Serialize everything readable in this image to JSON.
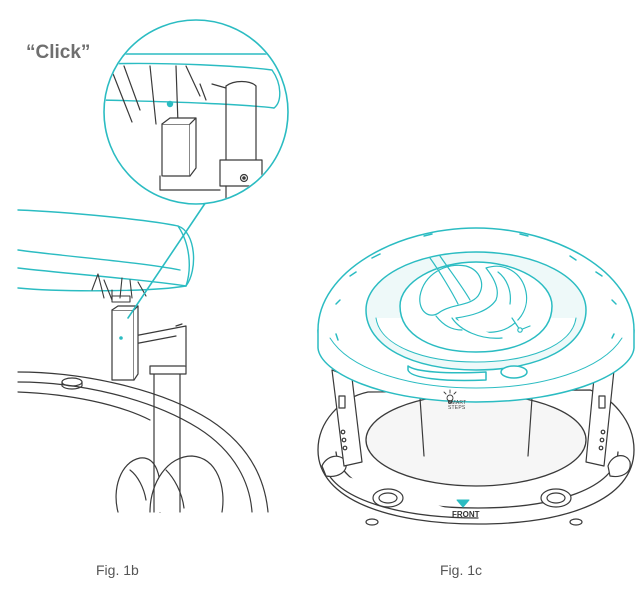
{
  "callout": {
    "text": "“Click”"
  },
  "figures": [
    {
      "caption": "Fig. 1b"
    },
    {
      "caption": "Fig. 1c"
    }
  ],
  "walker": {
    "brand_line1": "SMART",
    "brand_line2": "STEPS",
    "front_label": "FRONT"
  },
  "colors": {
    "accent": "#2bbcc2",
    "line": "#3a3a3a",
    "fill_light": "#eef9f9"
  }
}
